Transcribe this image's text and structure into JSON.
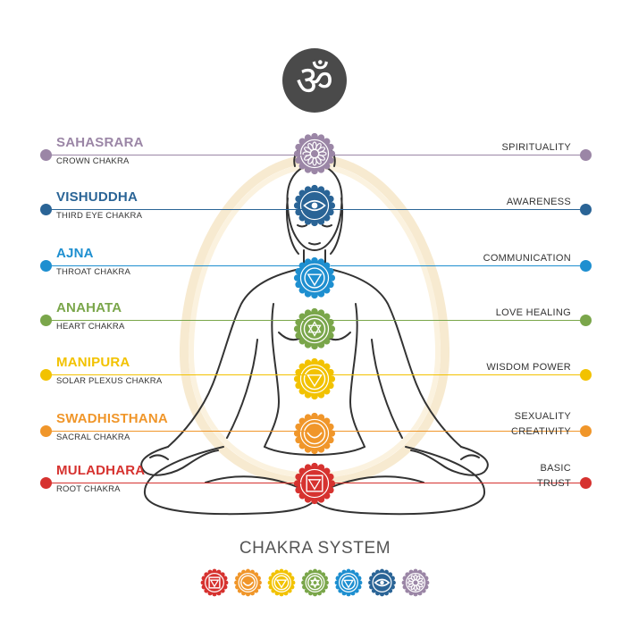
{
  "title": "CHAKRA SYSTEM",
  "colors": {
    "sahasrara": "#9b86a6",
    "vishuddha": "#2a6496",
    "ajna": "#1e8fd0",
    "anahata": "#7aa64a",
    "manipura": "#f2c200",
    "swadhisthana": "#f0962a",
    "muladhara": "#d6322f",
    "outline": "#333333",
    "aura": "#f7eac6",
    "om_circle": "#4a4a4a"
  },
  "chakras": [
    {
      "name": "SAHASRARA",
      "sub": "CROWN CHAKRA",
      "quality": [
        "SPIRITUALITY"
      ],
      "color": "#9b86a6",
      "icon": "lotus-thousand-petal-icon"
    },
    {
      "name": "VISHUDDHA",
      "sub": "THIRD EYE CHAKRA",
      "quality": [
        "AWARENESS"
      ],
      "color": "#2a6496",
      "icon": "third-eye-icon"
    },
    {
      "name": "AJNA",
      "sub": "THROAT CHAKRA",
      "quality": [
        "COMMUNICATION"
      ],
      "color": "#1e8fd0",
      "icon": "throat-triangle-icon"
    },
    {
      "name": "ANAHATA",
      "sub": "HEART CHAKRA",
      "quality": [
        "LOVE HEALING"
      ],
      "color": "#7aa64a",
      "icon": "hexagram-icon"
    },
    {
      "name": "MANIPURA",
      "sub": "SOLAR PLEXUS CHAKRA",
      "quality": [
        "WISDOM POWER"
      ],
      "color": "#f2c200",
      "icon": "triangle-down-icon"
    },
    {
      "name": "SWADHISTHANA",
      "sub": "SACRAL CHAKRA",
      "quality": [
        "SEXUALITY",
        "CREATIVITY"
      ],
      "color": "#f0962a",
      "icon": "crescent-icon"
    },
    {
      "name": "MULADHARA",
      "sub": "ROOT  CHAKRA",
      "quality": [
        "BASIC",
        "TRUST"
      ],
      "color": "#d6322f",
      "icon": "square-triangle-icon"
    }
  ],
  "om_symbol": "ॐ",
  "legend_icons": [
    "root-chakra-icon",
    "sacral-chakra-icon",
    "solar-plexus-chakra-icon",
    "heart-chakra-icon",
    "throat-chakra-icon",
    "third-eye-chakra-icon",
    "crown-chakra-icon"
  ]
}
